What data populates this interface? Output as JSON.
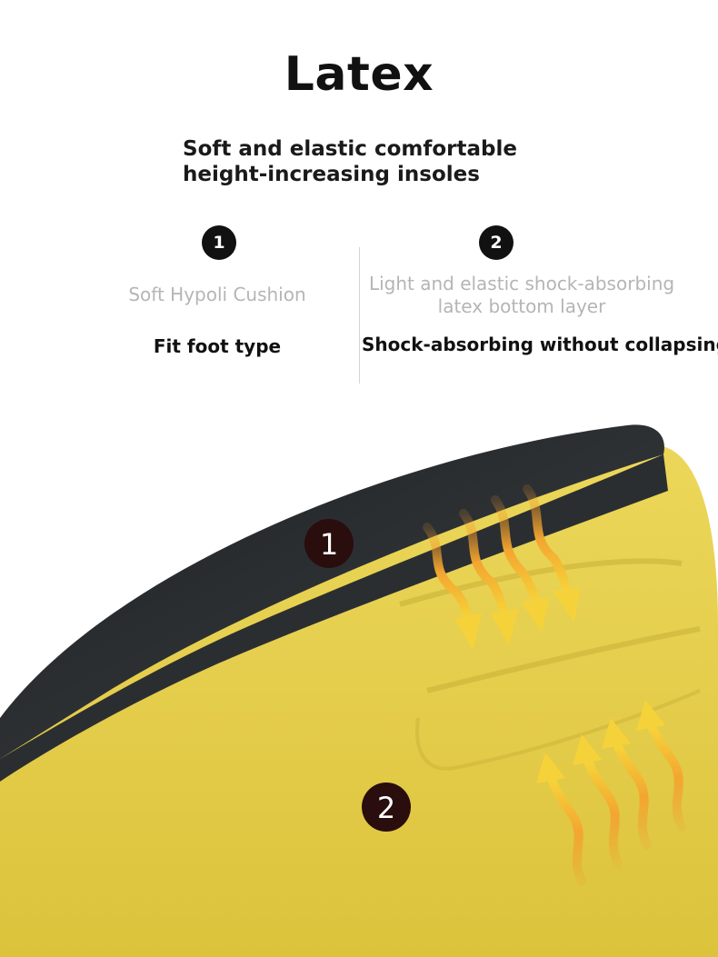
{
  "header": {
    "title": "Latex",
    "subtitle_line1": "Soft and elastic comfortable",
    "subtitle_line2": "height-increasing insoles"
  },
  "features": [
    {
      "number": "1",
      "light_text_line1": "Soft Hypoli Cushion",
      "dark_text": "Fit foot type"
    },
    {
      "number": "2",
      "light_text_line1": "Light and elastic shock-absorbing",
      "light_text_line2": "latex bottom layer",
      "dark_text": "Shock-absorbing without collapsing"
    }
  ],
  "illustration": {
    "marker_1": "1",
    "marker_2": "2",
    "colors": {
      "top_layer": "#2b2e31",
      "bottom_layer": "#e6cf4a",
      "arrow_start": "#f3a630",
      "arrow_end": "#f6d23a",
      "marker_bg": "#2a0d0d"
    }
  }
}
